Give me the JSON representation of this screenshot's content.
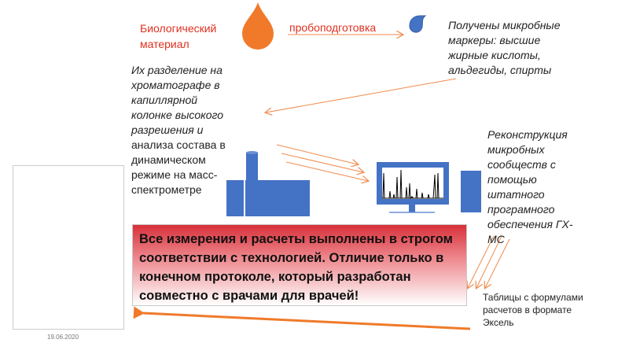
{
  "labels": {
    "bio_material": "Биологический материал",
    "sample_prep": "пробоподготовка",
    "markers": "Получены микробные маркеры: высшие жирные кислоты, альдегиды, спирты",
    "separation_italic": "Их разделение на хроматографе в капиллярной колонке высокого разрешения и",
    "separation_plain": "анализа состава в динамическом режиме на масс-спектрометре",
    "reconstruction": "Реконструкция микробных сообществ с помощью штатного програмного обеспечения ГХ-МС",
    "tables": "Таблицы с формулами расчетов в формате Эксель"
  },
  "highlight_box": {
    "text": "Все измерения и расчеты выполнены в строгом соответствии с технологией. Отличие только в конечном протоколе, который разработан совместно с врачами для врачей!"
  },
  "document": {
    "date": "19.06.2020"
  },
  "colors": {
    "orange": "#f07a2a",
    "blue": "#4472c4",
    "red_text": "#e03020",
    "box_red": "#d8303a"
  }
}
